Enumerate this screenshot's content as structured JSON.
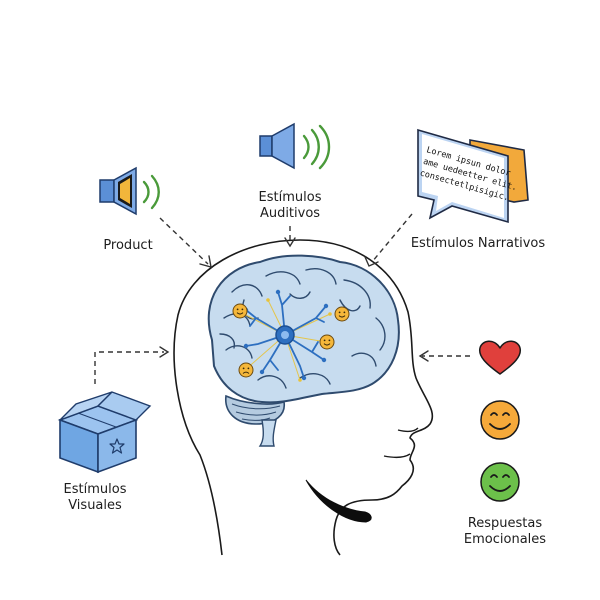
{
  "labels": {
    "product": "Product",
    "auditory": [
      "Estímulos",
      "Auditivos"
    ],
    "narrative": "Estímulos Narrativos",
    "visual": [
      "Estímulos",
      "Visuales"
    ],
    "emotional": [
      "Respuestas",
      "Emocionales"
    ]
  },
  "speech_bubble_text": [
    "Lorem ipsun dolor",
    "ame uedeetter elit.",
    "consectetlpisigic."
  ],
  "colors": {
    "brain": "#c7dcef",
    "brain_line": "#2f4b6e",
    "speaker_blue": "#5b8fd6",
    "sound_green": "#4a9a3a",
    "bubble_orange": "#f2a93b",
    "heart_red": "#e0403c",
    "smile_orange": "#f5a93a",
    "smile_green": "#6cc04a",
    "box_blue": "#6fa6e3",
    "neuron_blue": "#2d6fc0"
  },
  "icons": [
    "speaker-icon",
    "sound-wave-icon",
    "speech-bubble-icon",
    "heart-icon",
    "smiley-orange-icon",
    "smiley-green-icon",
    "box-icon",
    "star-icon",
    "neuron-icon"
  ]
}
